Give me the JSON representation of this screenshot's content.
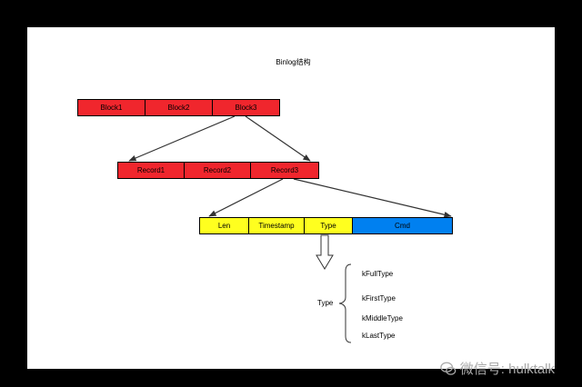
{
  "diagram": {
    "title": "Binlog结构",
    "blocks": [
      "Block1",
      "Block2",
      "Block3"
    ],
    "records": [
      "Record1",
      "Record2",
      "Record3"
    ],
    "fields": [
      "Len",
      "Timestamp",
      "Type",
      "Cmd"
    ],
    "type_label": "Type",
    "types": [
      "kFullType",
      "kFirstType",
      "kMiddleType",
      "kLastType"
    ]
  },
  "watermark": {
    "text": "微信号: hulktalk",
    "icon": "wechat-icon"
  },
  "colors": {
    "block": "#f0262d",
    "field_yellow": "#ffff1f",
    "field_blue": "#0080f0",
    "background": "#000000"
  }
}
